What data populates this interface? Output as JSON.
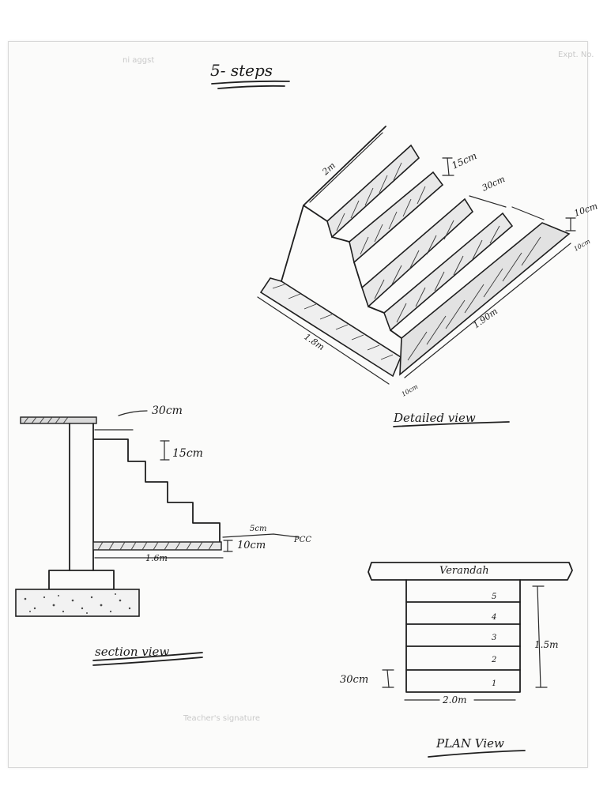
{
  "title": "5- steps",
  "faint_header_left": "ni aggst",
  "faint_header_right": "Expt. No.",
  "faint_footer": "Teacher's signature",
  "detailed_view": {
    "caption": "Detailed view",
    "labels": {
      "length": "2m",
      "rise": "15cm",
      "tread": "30cm",
      "rise_alt": "10cm",
      "thickness": "10cm",
      "width_right": "1.90m",
      "width_left": "1.8m",
      "thickness_bottom": "10cm"
    }
  },
  "section_view": {
    "caption": "section view",
    "labels": {
      "tread": "30cm",
      "rise": "15cm",
      "top_layer": "5cm",
      "pcc": "PCC",
      "base": "10cm",
      "length": "1.6m"
    }
  },
  "plan_view": {
    "caption": "PLAN View",
    "verandah": "Verandah",
    "steps": [
      "5",
      "4",
      "3",
      "2",
      "1"
    ],
    "tread": "30cm",
    "length": "1.5m",
    "width": "2.0m"
  }
}
